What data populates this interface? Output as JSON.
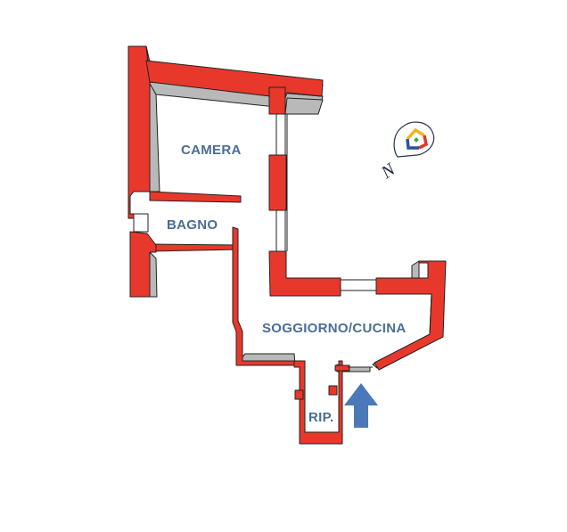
{
  "floorplan": {
    "rooms": [
      {
        "id": "camera",
        "label": "CAMERA"
      },
      {
        "id": "bagno",
        "label": "BAGNO"
      },
      {
        "id": "soggiorno",
        "label": "SOGGIORNO/CUCINA"
      },
      {
        "id": "ripostiglio",
        "label": "RIP."
      }
    ],
    "compass": {
      "label": "N",
      "icon": "location-pin-logo-icon"
    },
    "entrance": {
      "icon": "entrance-arrow-icon"
    },
    "colors": {
      "wall": "#e8382c",
      "wall_shadow": "#b0b0b0",
      "outline": "#222222",
      "label": "#4a6d95",
      "arrow": "#4a78b8",
      "logo_red": "#e0372a",
      "logo_yellow": "#f2b51c",
      "logo_blue": "#2c4f9e",
      "logo_green": "#3aa54a"
    }
  }
}
